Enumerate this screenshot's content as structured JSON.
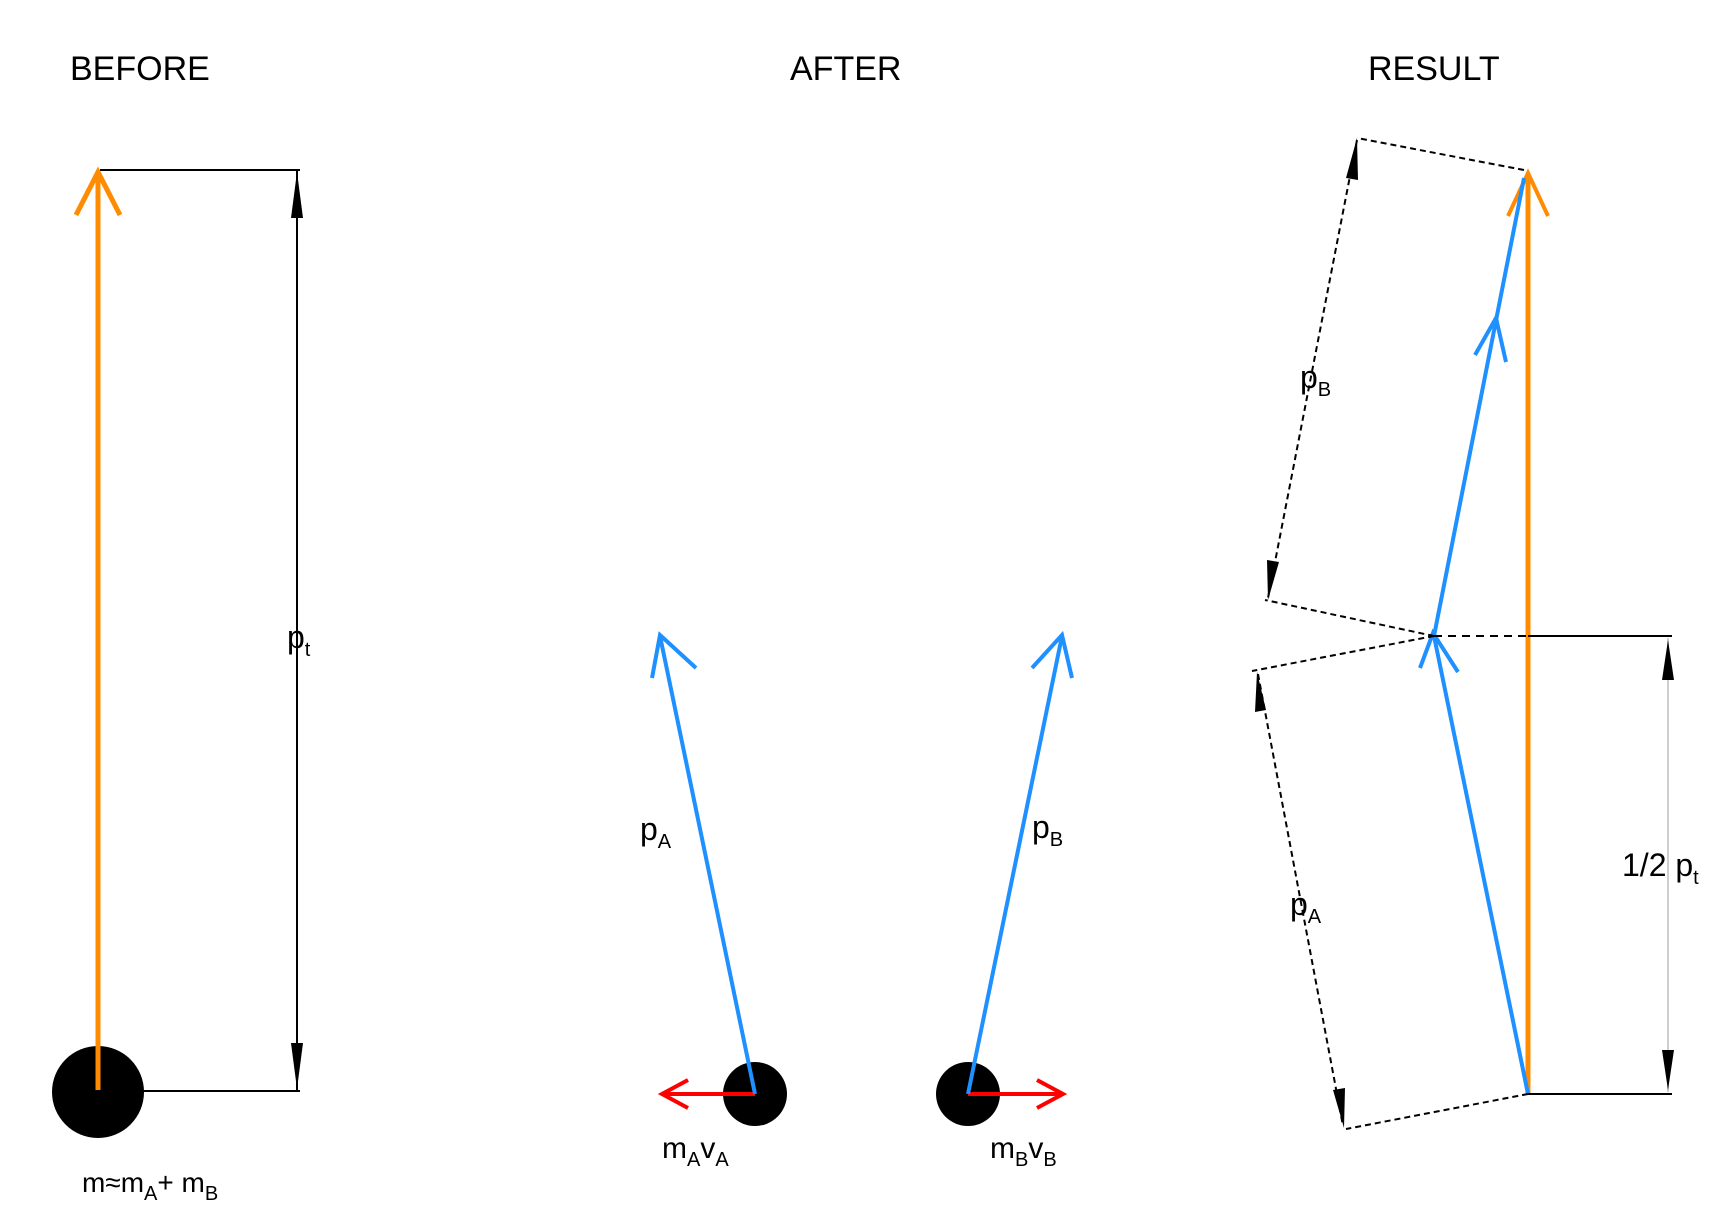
{
  "panels": {
    "before": {
      "title": "BEFORE"
    },
    "after": {
      "title": "AFTER"
    },
    "result": {
      "title": "RESULT"
    }
  },
  "labels": {
    "total_momentum": {
      "main": "p",
      "sub": "t"
    },
    "mass_relation": {
      "m": "m≈m",
      "sub_a": "A",
      "plus": "+ m",
      "sub_b": "B"
    },
    "p_a": {
      "main": "p",
      "sub": "A"
    },
    "p_b": {
      "main": "p",
      "sub": "B"
    },
    "mv_a": {
      "m": "m",
      "sub1": "A",
      "v": "v",
      "sub2": "A"
    },
    "mv_b": {
      "m": "m",
      "sub1": "B",
      "v": "v",
      "sub2": "B"
    },
    "half_pt": {
      "main": "1/2 p",
      "sub": "t"
    }
  },
  "colors": {
    "orange": "#ff8c00",
    "blue": "#1e90ff",
    "red": "#ff0000",
    "black": "#000000"
  }
}
